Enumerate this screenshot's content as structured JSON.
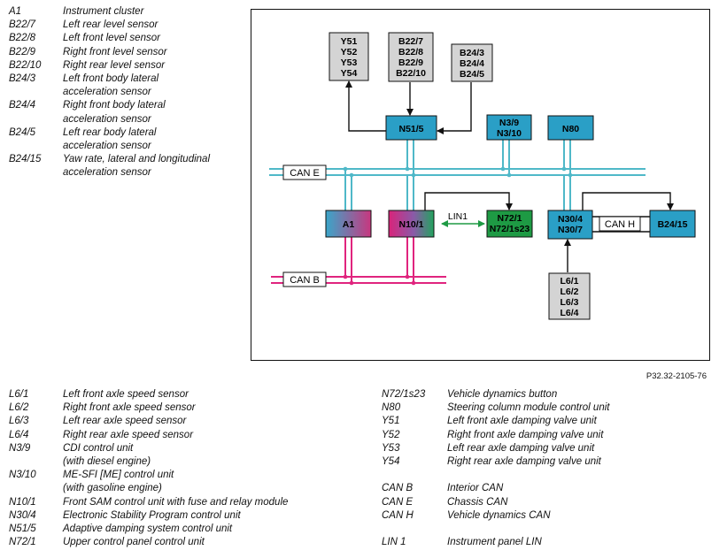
{
  "legend_top": [
    {
      "code": "A1",
      "desc": [
        "Instrument cluster"
      ]
    },
    {
      "code": "B22/7",
      "desc": [
        "Left rear level sensor"
      ]
    },
    {
      "code": "B22/8",
      "desc": [
        "Left front level sensor"
      ]
    },
    {
      "code": "B22/9",
      "desc": [
        "Right front level sensor"
      ]
    },
    {
      "code": "B22/10",
      "desc": [
        "Right rear level sensor"
      ]
    },
    {
      "code": "B24/3",
      "desc": [
        "Left front body lateral",
        "acceleration sensor"
      ]
    },
    {
      "code": "B24/4",
      "desc": [
        "Right front body lateral",
        "acceleration sensor"
      ]
    },
    {
      "code": "B24/5",
      "desc": [
        "Left rear body lateral",
        "acceleration sensor"
      ]
    },
    {
      "code": "B24/15",
      "desc": [
        "Yaw rate, lateral and longitudinal",
        "acceleration sensor"
      ]
    }
  ],
  "legend_bottom_left": [
    {
      "code": "L6/1",
      "desc": [
        "Left front axle speed sensor"
      ]
    },
    {
      "code": "L6/2",
      "desc": [
        "Right front axle speed sensor"
      ]
    },
    {
      "code": "L6/3",
      "desc": [
        "Left rear axle speed sensor"
      ]
    },
    {
      "code": "L6/4",
      "desc": [
        "Right rear axle speed sensor"
      ]
    },
    {
      "code": "N3/9",
      "desc": [
        "CDI control unit",
        "(with diesel engine)"
      ]
    },
    {
      "code": "N3/10",
      "desc": [
        "ME-SFI [ME] control unit",
        "(with gasoline engine)"
      ]
    },
    {
      "code": "N10/1",
      "desc": [
        "Front SAM control unit with fuse and relay module"
      ]
    },
    {
      "code": "N30/4",
      "desc": [
        "Electronic Stability Program control unit"
      ]
    },
    {
      "code": "N51/5",
      "desc": [
        "Adaptive damping system control unit"
      ]
    },
    {
      "code": "N72/1",
      "desc": [
        "Upper control panel control unit"
      ]
    }
  ],
  "legend_bottom_right": [
    {
      "code": "N72/1s23",
      "desc": [
        "Vehicle dynamics button"
      ]
    },
    {
      "code": "N80",
      "desc": [
        "Steering column module control unit"
      ]
    },
    {
      "code": "Y51",
      "desc": [
        "Left front axle damping valve unit"
      ]
    },
    {
      "code": "Y52",
      "desc": [
        "Right front axle damping valve unit"
      ]
    },
    {
      "code": "Y53",
      "desc": [
        "Left rear axle damping valve unit"
      ]
    },
    {
      "code": "Y54",
      "desc": [
        "Right rear axle damping valve unit"
      ]
    },
    {
      "gap": true
    },
    {
      "code": "CAN B",
      "desc": [
        "Interior CAN"
      ]
    },
    {
      "code": "CAN E",
      "desc": [
        "Chassis CAN"
      ]
    },
    {
      "code": "CAN H",
      "desc": [
        "Vehicle dynamics CAN"
      ]
    },
    {
      "gap": true
    },
    {
      "code": "LIN 1",
      "desc": [
        "Instrument panel LIN"
      ]
    }
  ],
  "diagram": {
    "boxes": {
      "y_group": [
        "Y51",
        "Y52",
        "Y53",
        "Y54"
      ],
      "b22_group": [
        "B22/7",
        "B22/8",
        "B22/9",
        "B22/10"
      ],
      "b24_group": [
        "B24/3",
        "B24/4",
        "B24/5"
      ],
      "n515": [
        "N51/5"
      ],
      "n3": [
        "N3/9",
        "N3/10"
      ],
      "n80": [
        "N80"
      ],
      "a1": [
        "A1"
      ],
      "n101": [
        "N10/1"
      ],
      "n721": [
        "N72/1",
        "N72/1s23"
      ],
      "n304": [
        "N30/4",
        "N30/7"
      ],
      "b2415": [
        "B24/15"
      ],
      "l6": [
        "L6/1",
        "L6/2",
        "L6/3",
        "L6/4"
      ]
    },
    "bus_labels": {
      "can_e": "CAN E",
      "can_b": "CAN B",
      "can_h": "CAN H",
      "lin1": "LIN1"
    },
    "colors": {
      "can_e_line": "#4fb8c8",
      "can_b_line": "#e0247e",
      "sensor_box": "#d4d4d4",
      "ecu_blue": "#2a9fc6",
      "ecu_magenta": "#d4237a",
      "ecu_green": "#1e9a44",
      "lin_line": "#2aa75a"
    }
  },
  "reference": "P32.32-2105-76"
}
